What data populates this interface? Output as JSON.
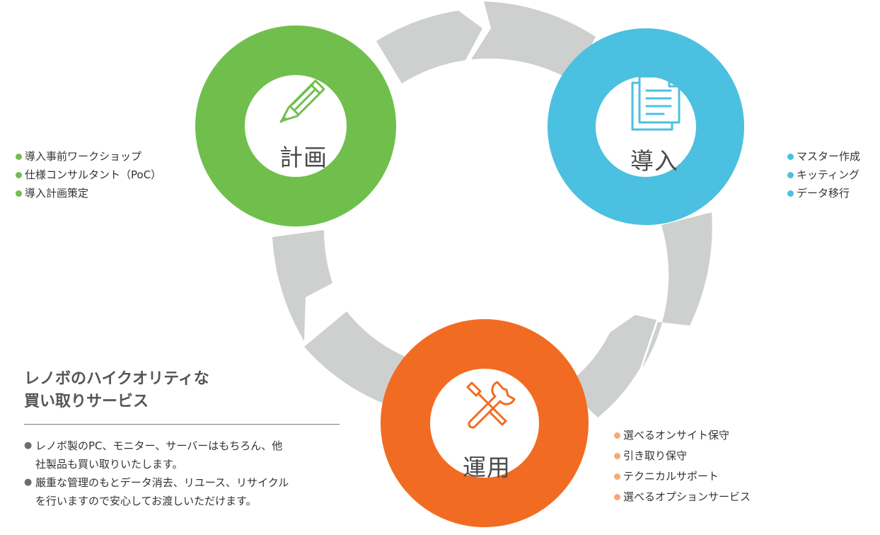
{
  "colors": {
    "plan": "#70bf4c",
    "implement": "#4bc0e0",
    "operate": "#f26b22",
    "operate_bullet": "#f5a878",
    "arrows": "#cdd0cf"
  },
  "stages": {
    "plan": {
      "label": "計画",
      "icon": "pencil-icon",
      "items": [
        "導入事前ワークショップ",
        "仕様コンサルタント（PoC）",
        "導入計画策定"
      ]
    },
    "implement": {
      "label": "導入",
      "icon": "document-icon",
      "items": [
        "マスター作成",
        "キッティング",
        "データ移行"
      ]
    },
    "operate": {
      "label": "運用",
      "icon": "tools-icon",
      "items": [
        "選べるオンサイト保守",
        "引き取り保守",
        "テクニカルサポート",
        "選べるオプションサービス"
      ]
    }
  },
  "buyback": {
    "title_line1": "レノボのハイクオリティな",
    "title_line2": "買い取りサービス",
    "bullet": "●",
    "items": [
      {
        "line1": "レノボ製のPC、モニター、サーバーはもちろん、他",
        "line2": "社製品も買い取りいたします。"
      },
      {
        "line1": "厳重な管理のもとデータ消去、リユース、リサイクル",
        "line2": "を行いますので安心してお渡しいただけます。"
      }
    ]
  }
}
